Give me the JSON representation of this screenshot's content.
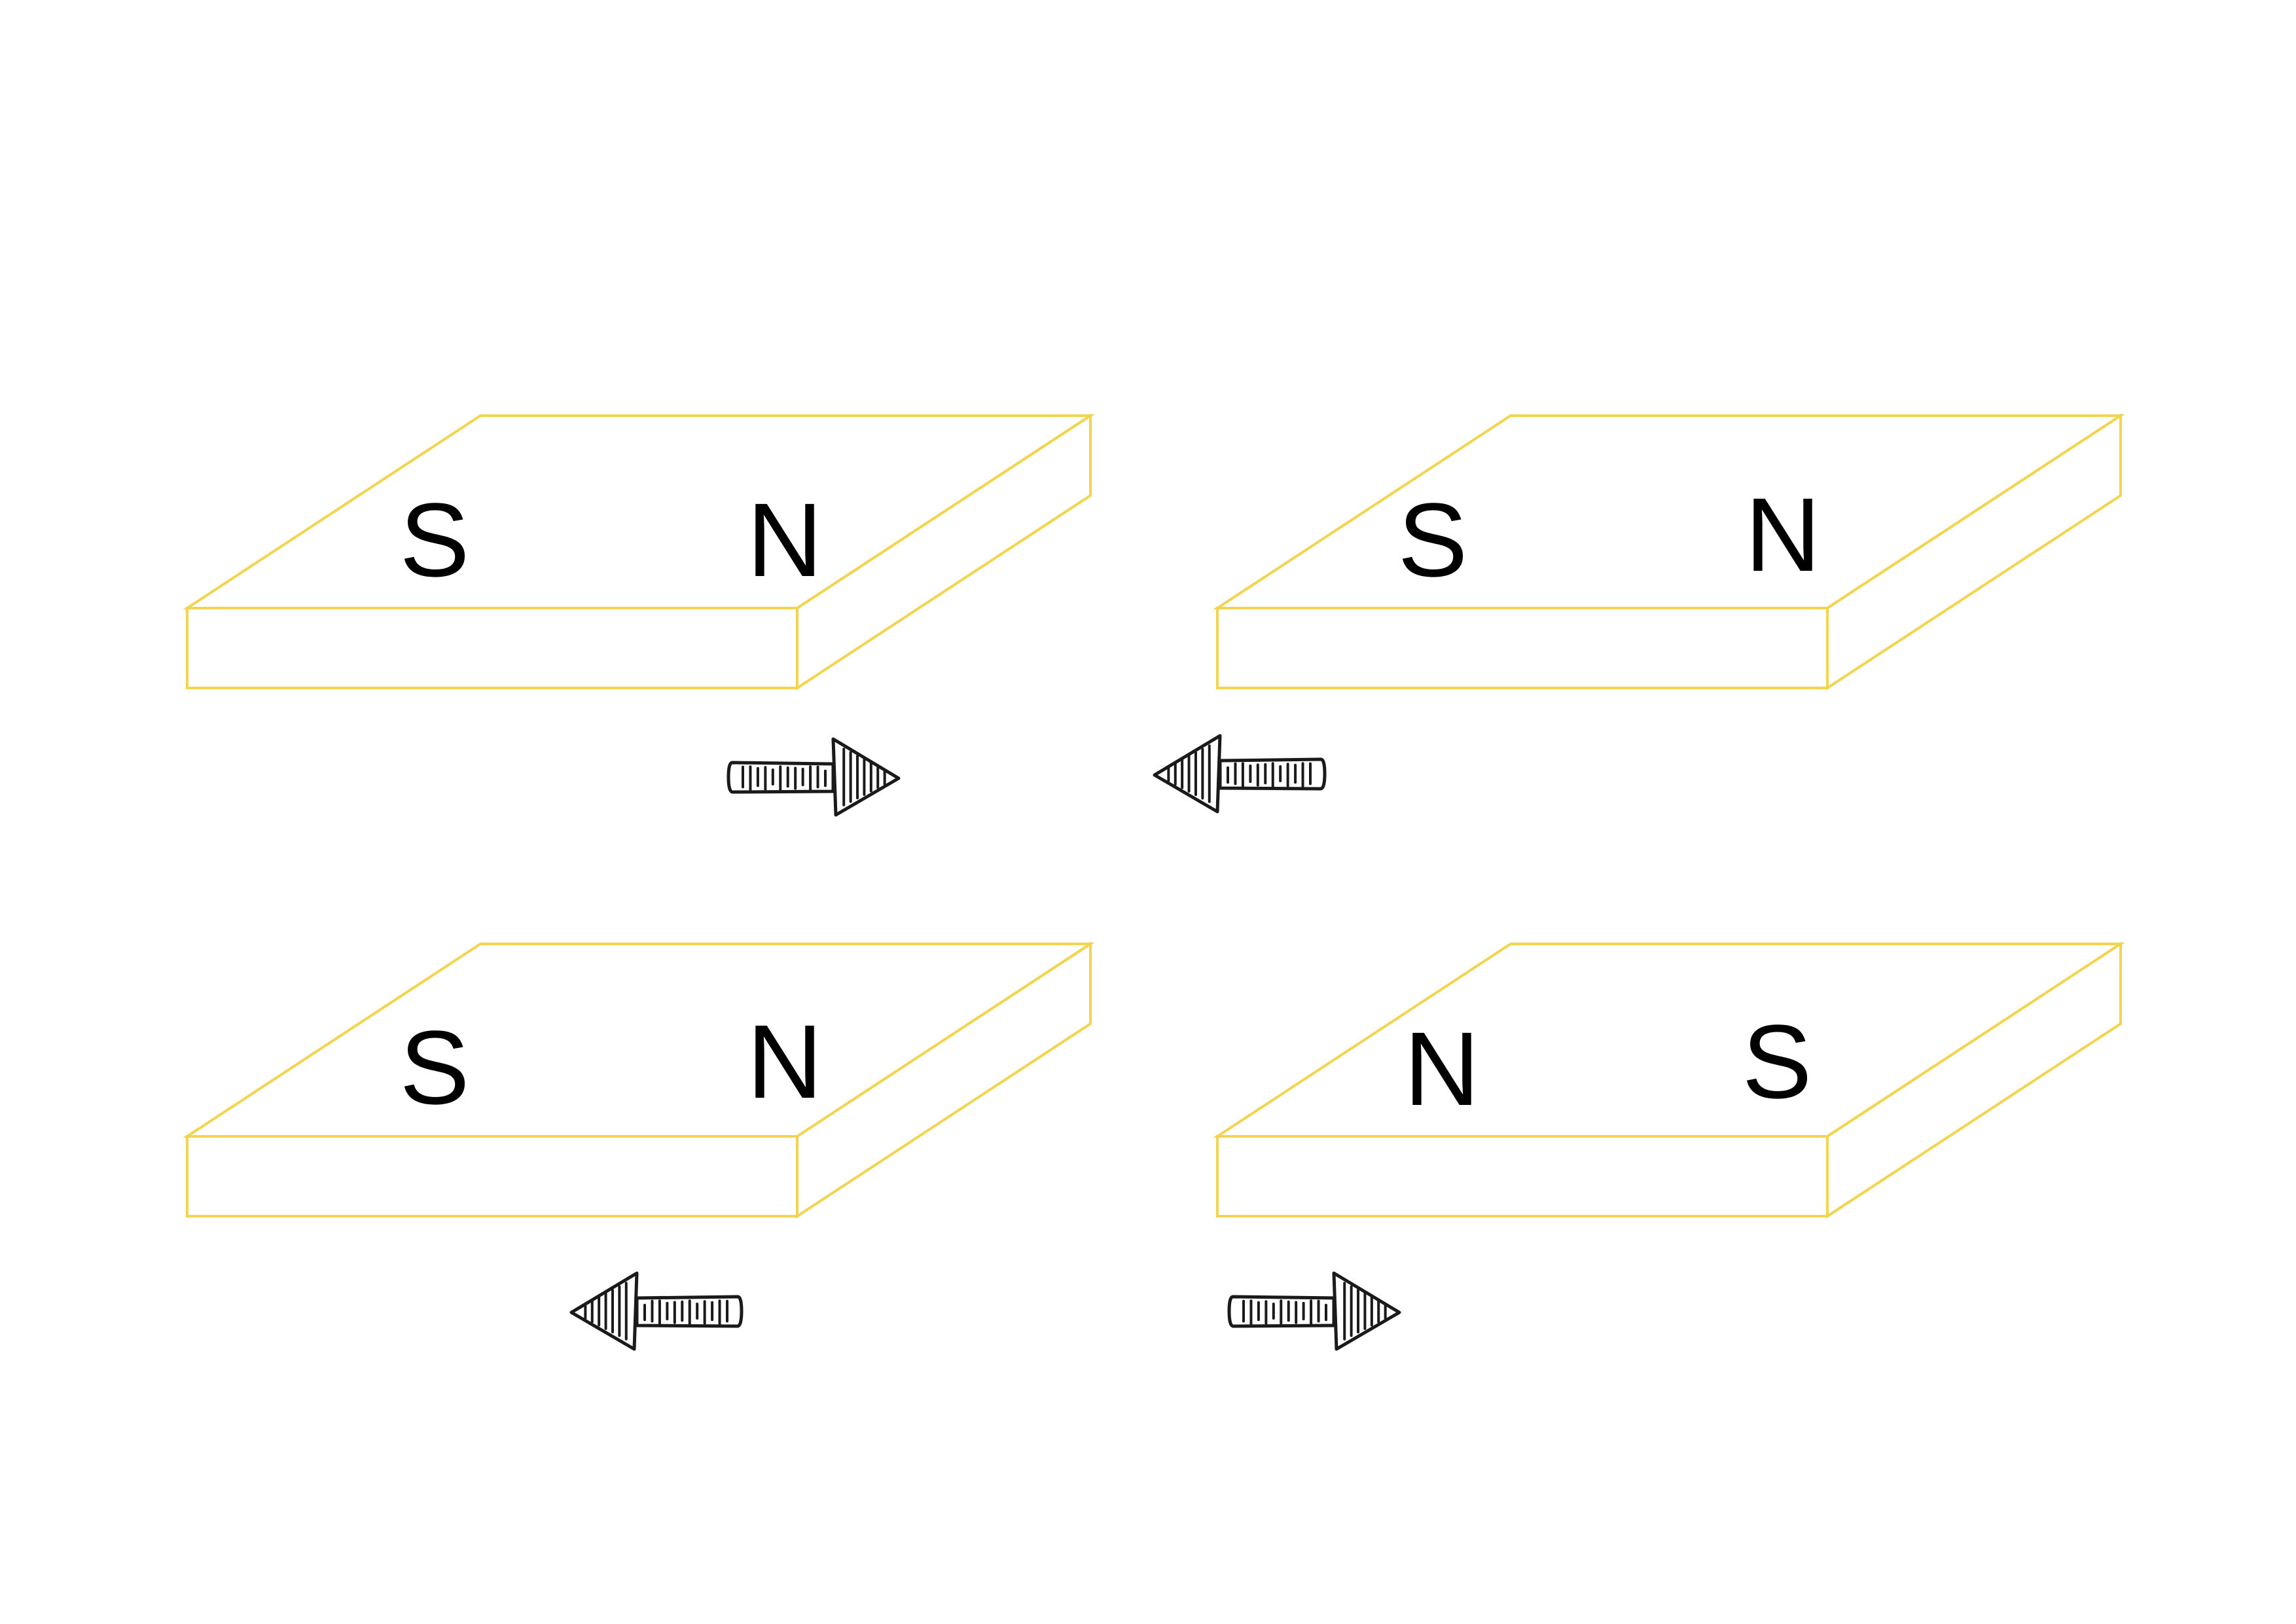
{
  "colors": {
    "magnet_outline": "#F2D44E",
    "text": "#000000",
    "arrow": "#1a1a1a",
    "background": "#ffffff"
  },
  "magnets": [
    {
      "left_pole": "S",
      "right_pole": "N",
      "arrow_direction": "right"
    },
    {
      "left_pole": "S",
      "right_pole": "N",
      "arrow_direction": "left"
    },
    {
      "left_pole": "S",
      "right_pole": "N",
      "arrow_direction": "left"
    },
    {
      "left_pole": "N",
      "right_pole": "S",
      "arrow_direction": "right"
    }
  ]
}
